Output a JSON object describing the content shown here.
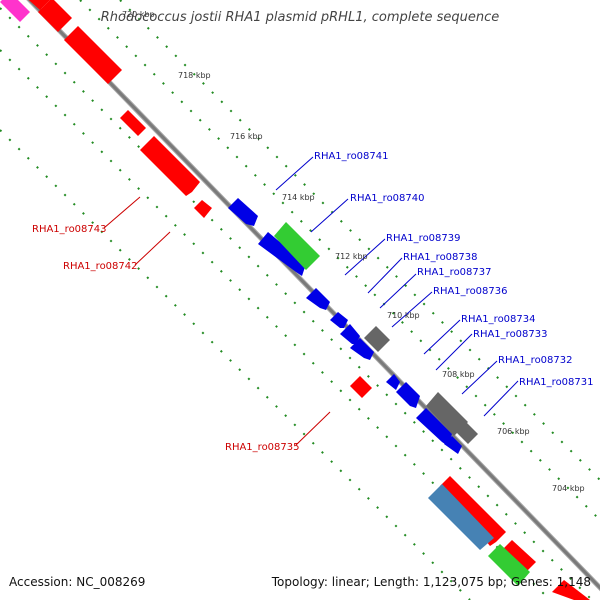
{
  "title": "Rhodococcus jostii RHA1 plasmid pRHL1, complete sequence",
  "footer": {
    "accession_label": "Accession:",
    "accession": "NC_008269",
    "topology_label": "Topology:",
    "topology": "linear",
    "length_label": "Length:",
    "length": "1,123,075 bp",
    "genes_label": "Genes:",
    "genes": "1,148"
  },
  "colors": {
    "forward_gene": "#ff0000",
    "reverse_gene": "#0000e6",
    "green_feature": "#33cc33",
    "grey_feature": "#666666",
    "steelblue_feature": "#4682b4",
    "magenta_feature": "#ff33cc",
    "forward_label": "#cc0000",
    "reverse_label": "#0000cc",
    "backbone": "#808080",
    "tick": "#228b22"
  },
  "ticks": [
    "720 kbp",
    "718 kbp",
    "716 kbp",
    "714 kbp",
    "712 kbp",
    "710 kbp",
    "708 kbp",
    "706 kbp",
    "704 kbp"
  ],
  "gene_labels_reverse": [
    "RHA1_ro08741",
    "RHA1_ro08740",
    "RHA1_ro08739",
    "RHA1_ro08738",
    "RHA1_ro08737",
    "RHA1_ro08736",
    "RHA1_ro08734",
    "RHA1_ro08733",
    "RHA1_ro08732",
    "RHA1_ro08731"
  ],
  "gene_labels_forward": [
    "RHA1_ro08743",
    "RHA1_ro08742",
    "RHA1_ro08735"
  ]
}
